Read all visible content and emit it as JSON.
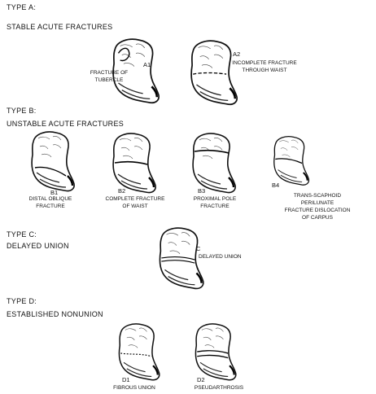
{
  "types": [
    {
      "heading": "TYPE A:",
      "subheading": "STABLE ACUTE FRACTURES",
      "panels": [
        {
          "code": "A1",
          "caption": [
            "FRACTURE OF",
            "TUBERCLE"
          ]
        },
        {
          "code": "A2",
          "caption": [
            "INCOMPLETE FRACTURE",
            "THROUGH WAIST"
          ]
        }
      ]
    },
    {
      "heading": "TYPE B:",
      "subheading": "UNSTABLE ACUTE FRACTURES",
      "panels": [
        {
          "code": "B1",
          "caption": [
            "DISTAL OBLIQUE",
            "FRACTURE"
          ]
        },
        {
          "code": "B2",
          "caption": [
            "COMPLETE FRACTURE",
            "OF WAIST"
          ]
        },
        {
          "code": "B3",
          "caption": [
            "PROXIMAL POLE",
            "FRACTURE"
          ]
        },
        {
          "code": "B4",
          "caption": [
            "TRANS-SCAPHOID",
            "PERILUNATE",
            "FRACTURE DISLOCATION",
            "OF CARPUS"
          ]
        }
      ]
    },
    {
      "heading": "TYPE C:",
      "subheading": "DELAYED UNION",
      "panels": [
        {
          "code": "C",
          "caption": [
            "DELAYED UNION"
          ]
        }
      ]
    },
    {
      "heading": "TYPE D:",
      "subheading": "ESTABLISHED NONUNION",
      "panels": [
        {
          "code": "D1",
          "caption": [
            "FIBROUS UNION"
          ]
        },
        {
          "code": "D2",
          "caption": [
            "PSEUDARTHROSIS"
          ]
        }
      ]
    }
  ]
}
